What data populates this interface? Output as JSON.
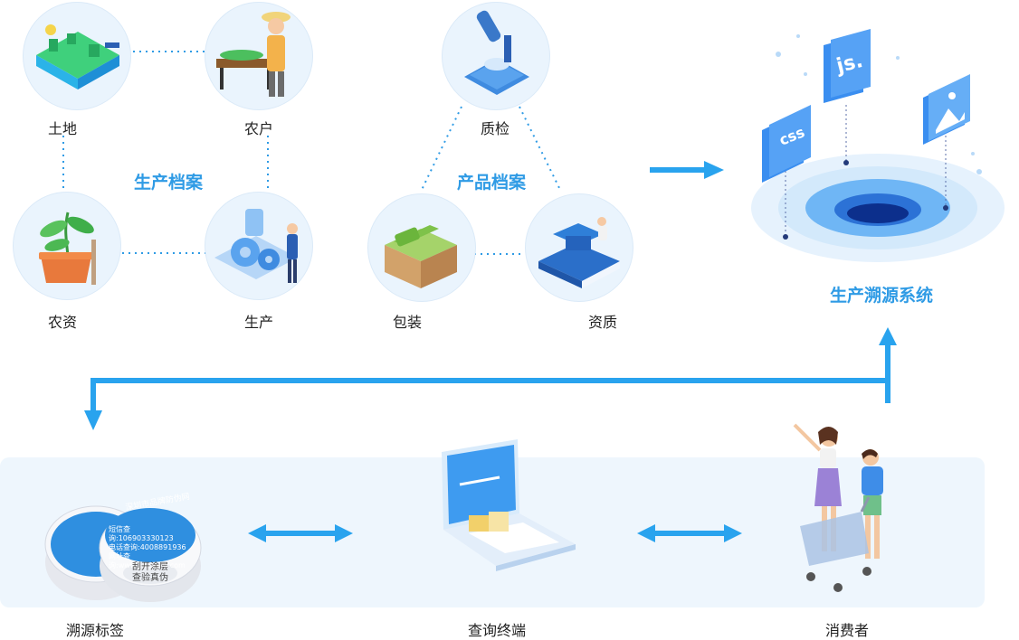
{
  "production_archive": {
    "title": "生产档案",
    "nodes": {
      "land": "土地",
      "farmer": "农户",
      "materials": "农资",
      "production": "生产"
    }
  },
  "product_archive": {
    "title": "产品档案",
    "nodes": {
      "inspection": "质检",
      "packaging": "包装",
      "qualification": "资质"
    }
  },
  "traceability_system": {
    "label": "生产溯源系统",
    "badges": [
      "css",
      "js."
    ]
  },
  "bottom_row": {
    "trace_label": "溯源标签",
    "query_terminal": "查询终端",
    "consumer": "消费者"
  },
  "trace_sticker": {
    "text_lines": [
      "刮开涂层",
      "查验真伪"
    ],
    "info_lines": [
      "短信查询:106903330123",
      "电话查询:4008891936",
      "网址查询:www.pinpaifw.com"
    ],
    "ring_text": "深圳市品牌防伪网"
  },
  "colors": {
    "accent": "#2f9be5",
    "arrow": "#29a3ee",
    "circle_bg": "#eaf4fd"
  }
}
